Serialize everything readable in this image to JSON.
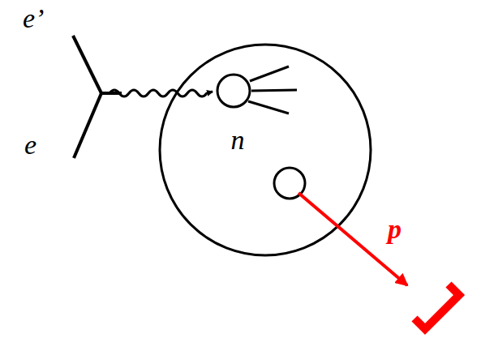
{
  "diagram": {
    "nodes": [
      {
        "text": [
          "n"
        ]
      }
    ],
    "labels": [
      "e’",
      "e",
      "p"
    ]
  }
}
